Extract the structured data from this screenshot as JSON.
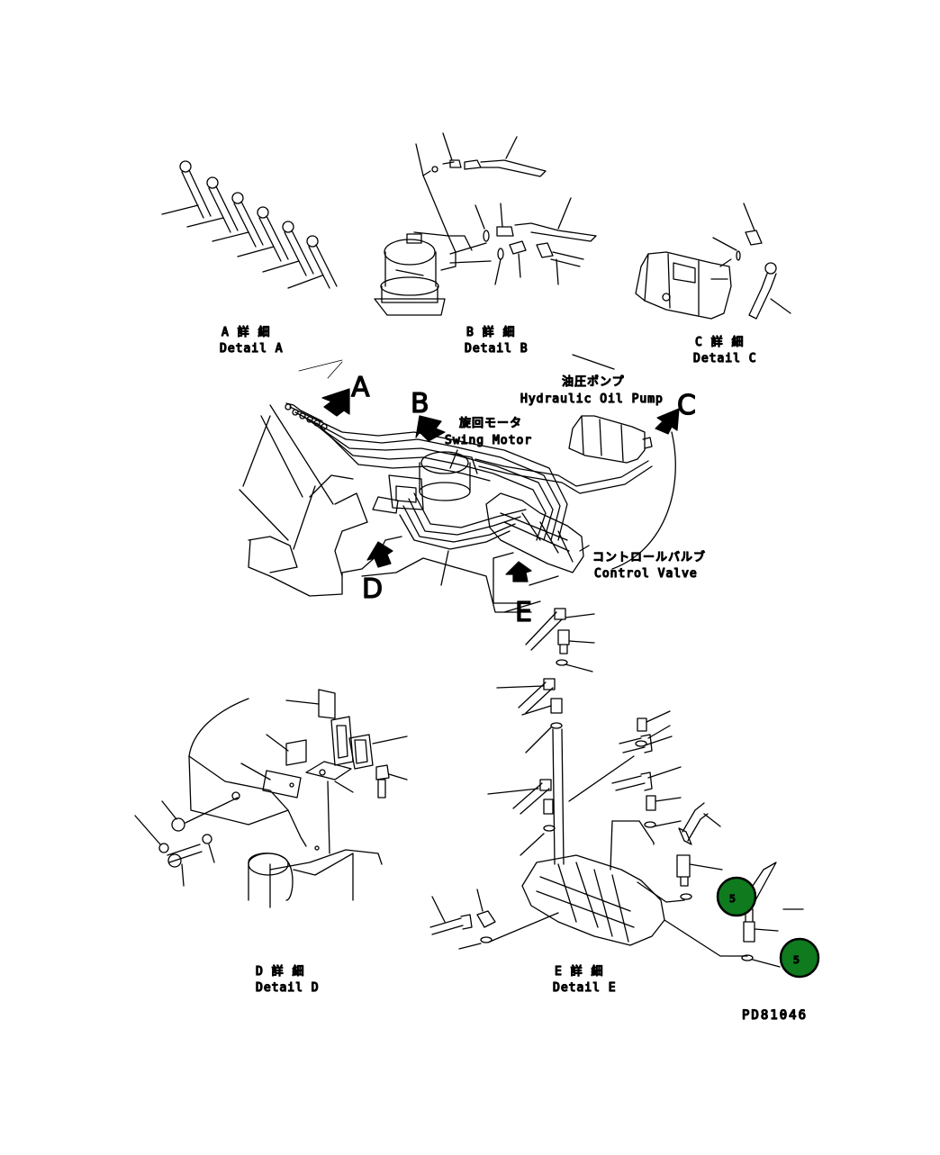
{
  "details": {
    "a": {
      "jp": "A 詳 細",
      "en": "Detail A"
    },
    "b": {
      "jp": "B 詳 細",
      "en": "Detail B"
    },
    "c": {
      "jp": "C 詳 細",
      "en": "Detail C"
    },
    "d": {
      "jp": "D 詳 細",
      "en": "Detail D"
    },
    "e": {
      "jp": "E 詳 細",
      "en": "Detail E"
    }
  },
  "callouts": {
    "hydraulic_pump": {
      "jp": "油圧ポンプ",
      "en": "Hydraulic Oil Pump"
    },
    "swing_motor": {
      "jp": "旋回モータ",
      "en": "Swing Motor"
    },
    "control_valve": {
      "jp": "コントロールバルブ",
      "en": "Control Valve"
    }
  },
  "view_letters": {
    "a": "A",
    "b": "B",
    "c": "C",
    "d": "D",
    "e": "E"
  },
  "part_badges": [
    {
      "label": "5"
    },
    {
      "label": "5"
    }
  ],
  "drawing_code": "PD81046",
  "colors": {
    "badge_fill": "#0f7a1e",
    "badge_ring": "#000000",
    "line": "#000000"
  }
}
